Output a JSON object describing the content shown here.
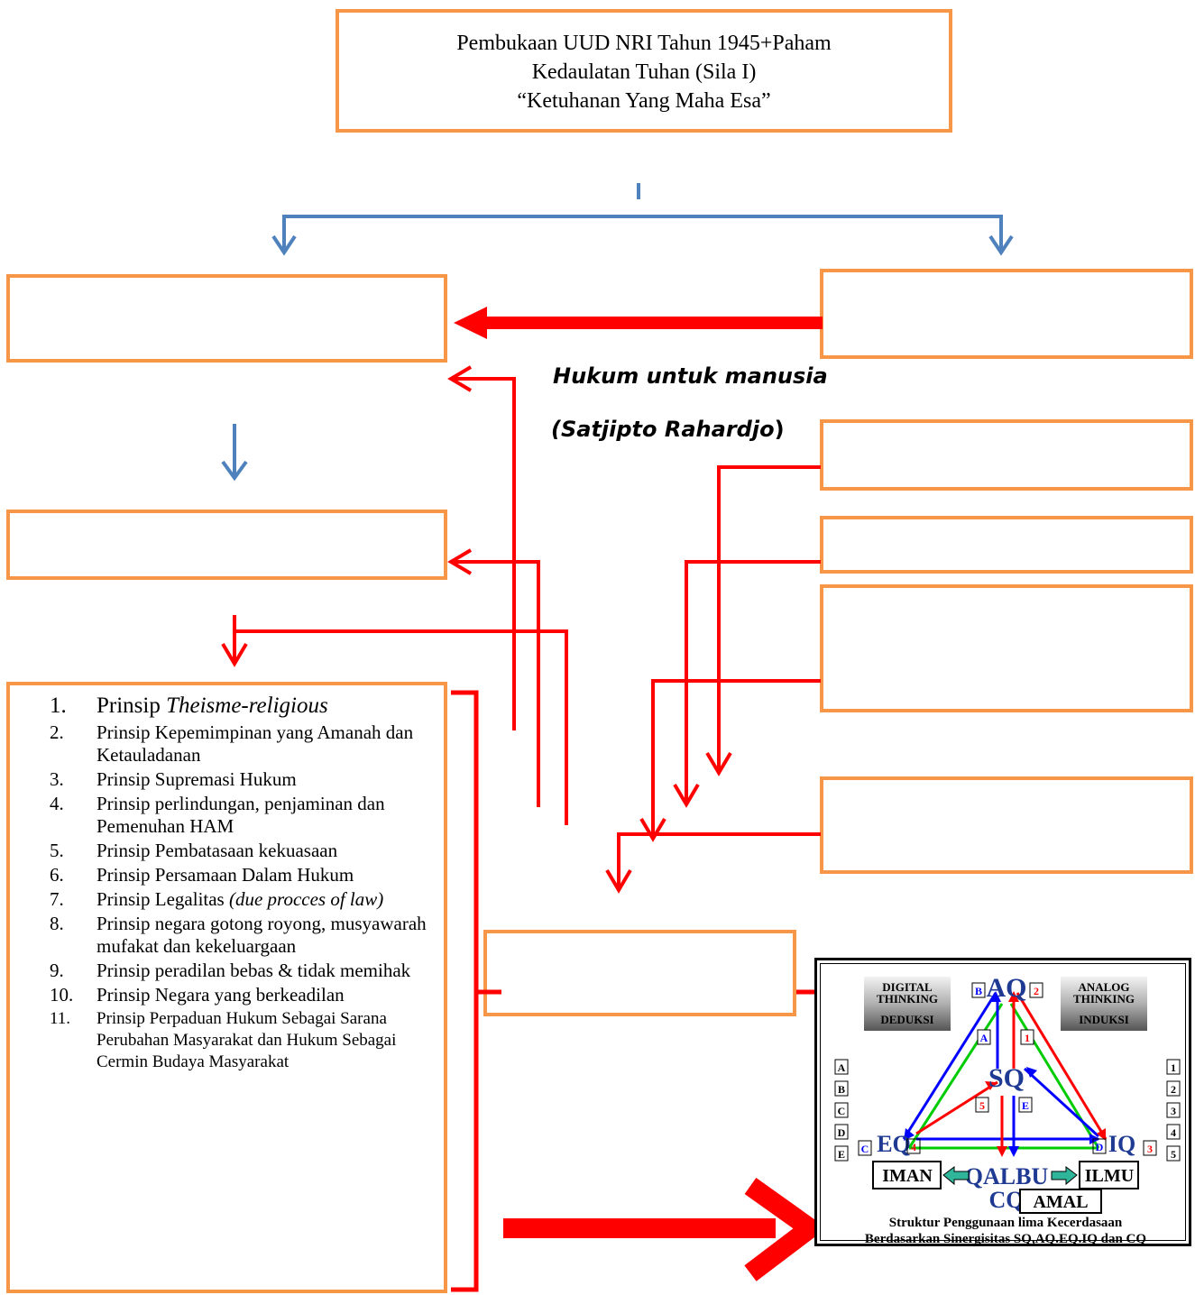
{
  "top_box": {
    "line1": "Pembukaan UUD NRI Tahun 1945+Paham",
    "line2": "Kedaulatan Tuhan (Sila I)",
    "line3": "“Ketuhanan Yang Maha Esa”"
  },
  "caption": {
    "line1": "Hukum untuk manusia",
    "line2_italic": "(Satjipto Rahardjo",
    "line2_close": ")"
  },
  "principles": [
    {
      "num": "1.",
      "text": "Prinsip ",
      "italic": "Theisme-religious"
    },
    {
      "num": "2.",
      "text": "Prinsip Kepemimpinan yang Amanah dan Ketauladanan"
    },
    {
      "num": "3.",
      "text": "Prinsip Supremasi Hukum"
    },
    {
      "num": "4.",
      "text": "Prinsip perlindungan, penjaminan dan Pemenuhan HAM"
    },
    {
      "num": "5.",
      "text": "Prinsip Pembatasaan kekuasaan"
    },
    {
      "num": "6.",
      "text": "Prinsip Persamaan Dalam Hukum"
    },
    {
      "num": "7.",
      "text": "Prinsip Legalitas ",
      "italic": "(due procces of law)"
    },
    {
      "num": "8.",
      "text": "Prinsip negara gotong royong, musyawarah mufakat dan kekeluargaan"
    },
    {
      "num": "9.",
      "text": "Prinsip peradilan bebas & tidak memihak"
    },
    {
      "num": "10.",
      "text": "Prinsip Negara yang berkeadilan"
    },
    {
      "num": "11.",
      "text": "Prinsip Perpaduan Hukum Sebagai Sarana Perubahan Masyarakat dan Hukum Sebagai Cermin Budaya Masyarakat"
    }
  ],
  "inset": {
    "digital": [
      "DIGITAL",
      "THINKING",
      "DEDUKSI"
    ],
    "analog": [
      "ANALOG",
      "THINKING",
      "INDUKSI"
    ],
    "aq": "AQ",
    "sq": "SQ",
    "eq": "EQ",
    "iq": "IQ",
    "cq": "CQ",
    "qalbu": "QALBU",
    "iman": "IMAN",
    "ilmu": "ILMU",
    "amal": "AMAL",
    "left_labels": [
      "A",
      "B",
      "C",
      "D",
      "E"
    ],
    "right_labels": [
      "1",
      "2",
      "3",
      "4",
      "5"
    ],
    "tag_b": "B",
    "tag_2": "2",
    "tag_a": "A",
    "tag_1": "1",
    "tag_c": "C",
    "tag_4": "4",
    "tag_d": "D",
    "tag_3": "3",
    "tag_5": "5",
    "tag_e": "E",
    "caption1": "Struktur Penggunaan lima Kecerdasaan",
    "caption2": "Berdasarkan Sinergisitas  SQ,AQ.EQ.IQ dan CQ"
  },
  "colors": {
    "box_border": "#f79646",
    "red_arrow": "#ff0000",
    "blue_arrow": "#4f81bd"
  }
}
